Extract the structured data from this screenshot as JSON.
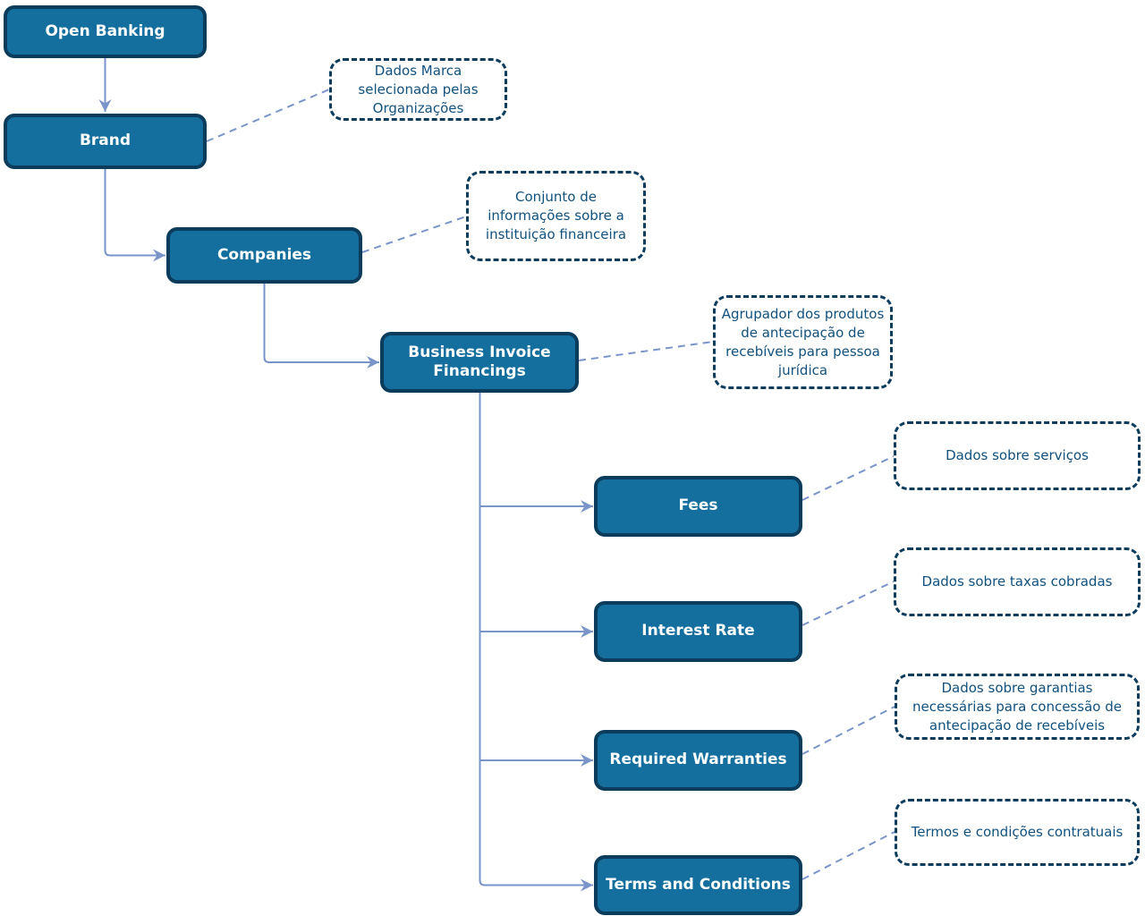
{
  "nodes": {
    "open_banking": {
      "label": "Open Banking"
    },
    "brand": {
      "label": "Brand"
    },
    "companies": {
      "label": "Companies"
    },
    "business_invoice_financings": {
      "label": "Business Invoice Financings"
    },
    "fees": {
      "label": "Fees"
    },
    "interest_rate": {
      "label": "Interest Rate"
    },
    "required_warranties": {
      "label": "Required Warranties"
    },
    "terms_and_conditions": {
      "label": "Terms and Conditions"
    }
  },
  "notes": {
    "brand": "Dados Marca selecionada pelas Organizações",
    "companies": "Conjunto de informações sobre a instituição financeira",
    "business_invoice_financings": "Agrupador dos produtos de antecipação de recebíveis para pessoa jurídica",
    "fees": "Dados sobre serviços",
    "interest_rate": "Dados sobre taxas cobradas",
    "required_warranties": "Dados sobre garantias necessárias para concessão de antecipação de recebíveis",
    "terms_and_conditions": "Termos e condições contratuais"
  },
  "colors": {
    "node_fill": "#156F9E",
    "node_border": "#0C3C5C",
    "node_text": "#FFFFFF",
    "note_border": "#0C3C5C",
    "note_text": "#12517D",
    "connector": "#7A94C9",
    "background": "#FFFFFF"
  }
}
